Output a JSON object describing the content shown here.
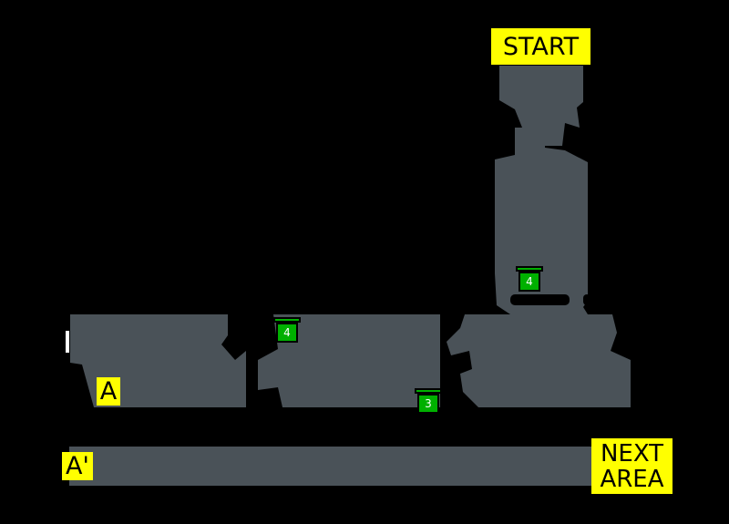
{
  "map": {
    "background_color": "#000000",
    "floor_color": "#4a5258",
    "label_color": "#ffff00",
    "chest_color": "#00b000"
  },
  "labels": {
    "start": "START",
    "a": "A",
    "a_prime": "A'",
    "next_area_line1": "NEXT",
    "next_area_line2": "AREA"
  },
  "chests": [
    {
      "number": "4"
    },
    {
      "number": "4"
    },
    {
      "number": "3"
    }
  ]
}
